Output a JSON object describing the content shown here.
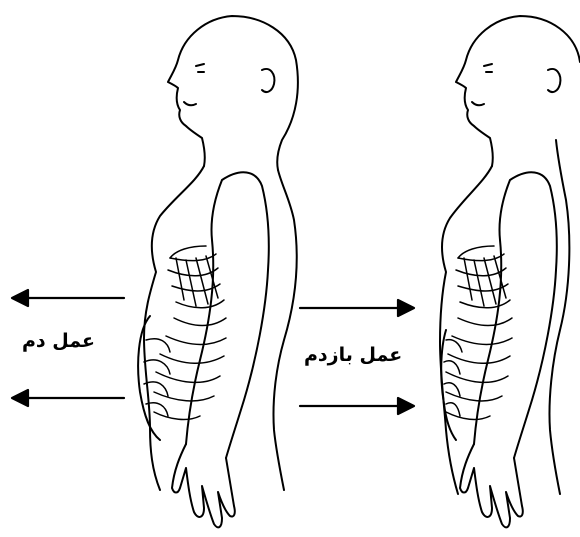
{
  "labels": {
    "inhale": "عمل دم",
    "exhale": "عمل بازدم"
  },
  "figures": [
    {
      "phase": "inhale",
      "arrow_direction": "left"
    },
    {
      "phase": "exhale",
      "arrow_direction": "right"
    }
  ],
  "colors": {
    "line": "#000000",
    "background": "#ffffff"
  }
}
